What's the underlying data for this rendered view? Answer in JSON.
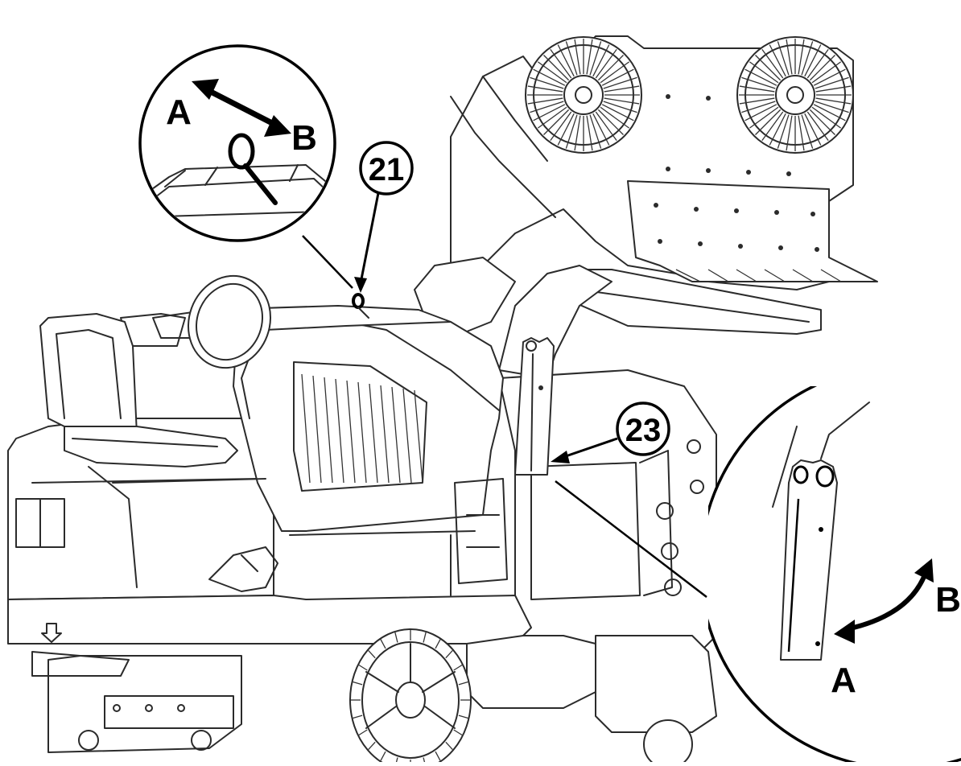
{
  "callouts": {
    "callout_21": "21",
    "callout_23": "23"
  },
  "detail_top": {
    "label_a": "A",
    "label_b": "B"
  },
  "detail_right": {
    "label_a": "A",
    "label_b": "B"
  },
  "colors": {
    "line": "#2b2b2b",
    "ink": "#000000",
    "background": "#ffffff"
  }
}
